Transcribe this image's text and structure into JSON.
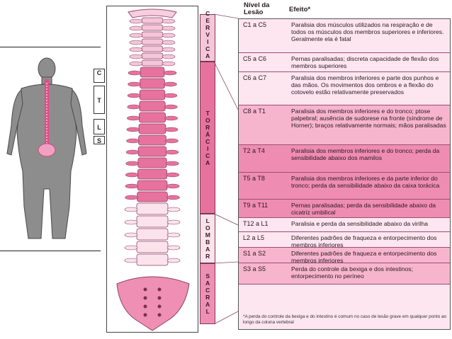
{
  "mini_labels": [
    "C",
    "T",
    "L",
    "S"
  ],
  "regions": [
    {
      "label": "CERVICAL"
    },
    {
      "label": "TORÁCICA"
    },
    {
      "label": "LOMBAR"
    },
    {
      "label": "SACRAL"
    }
  ],
  "table": {
    "header_level": "Nível da Lesão",
    "header_effect": "Efeito*",
    "rows": [
      {
        "level": "C1 a C5",
        "effect": "Paralisia dos músculos utilizados na respiração e de todos os músculos dos membros superiores e inferiores. Geralmente ela é fatal",
        "color": "#fde6ef"
      },
      {
        "level": "C5 a C6",
        "effect": "Pernas paralisadas; discreta capacidade de flexão dos membros superiores",
        "color": "#fde6ef"
      },
      {
        "level": "C6 a C7",
        "effect": "Paralisia dos membros inferiores e parte dos punhos e das mãos. Os movimentos dos ombros e a flexão do cotovelo estão relativamente preservados",
        "color": "#fde6ef"
      },
      {
        "level": "C8 a T1",
        "effect": "Paralisia dos membros inferiores e do tronco; ptose palpebral; ausência de sudorese na fronte (síndrome de Horner); braços relativamente normais; mãos paralisadas",
        "color": "#f7b5cd"
      },
      {
        "level": "T2 a T4",
        "effect": "Paralisia dos membros inferiores e do tronco; perda da sensibilidade abaixo dos mamilos",
        "color": "#ef8cb2"
      },
      {
        "level": "T5 a T8",
        "effect": "Paralisia dos membros inferiores e da parte inferior do tronco; perda da sensibilidade abaixo da caixa torácica",
        "color": "#ef8cb2"
      },
      {
        "level": "T9 a T11",
        "effect": "Pernas paralisadas; perda da sensibilidade abaixo da cicatriz umbilical",
        "color": "#ef8cb2"
      },
      {
        "level": "T12 a L1",
        "effect": "Paralisia e perda da sensibilidade abaixo da virilha",
        "color": "#fde6ef"
      },
      {
        "level": "L2 a L5",
        "effect": "Diferentes padrões de fraqueza e entorpecimento dos membros inferiores",
        "color": "#fde6ef"
      },
      {
        "level": "S1 a S2",
        "effect": "Diferentes padrões de fraqueza e entorpecimento dos membros inferiores",
        "color": "#f7b5cd"
      },
      {
        "level": "S3 a S5",
        "effect": "Perda do controle da bexiga e dos intestinos; entorpecimento no períneo",
        "color": "#f7b5cd"
      }
    ],
    "footnote": "*A perda do controle da bexiga e do intestino é comum no caso de lesão grave em qualquer ponto ao longo da coluna vertebral"
  },
  "colors": {
    "cervical": "#f4c6d8",
    "thoracic": "#e7729e",
    "lumbar": "#fbe3ec",
    "sacral": "#ef8fb4",
    "spine_pink": "#e77aa5",
    "spine_light": "#f6cfdf"
  }
}
